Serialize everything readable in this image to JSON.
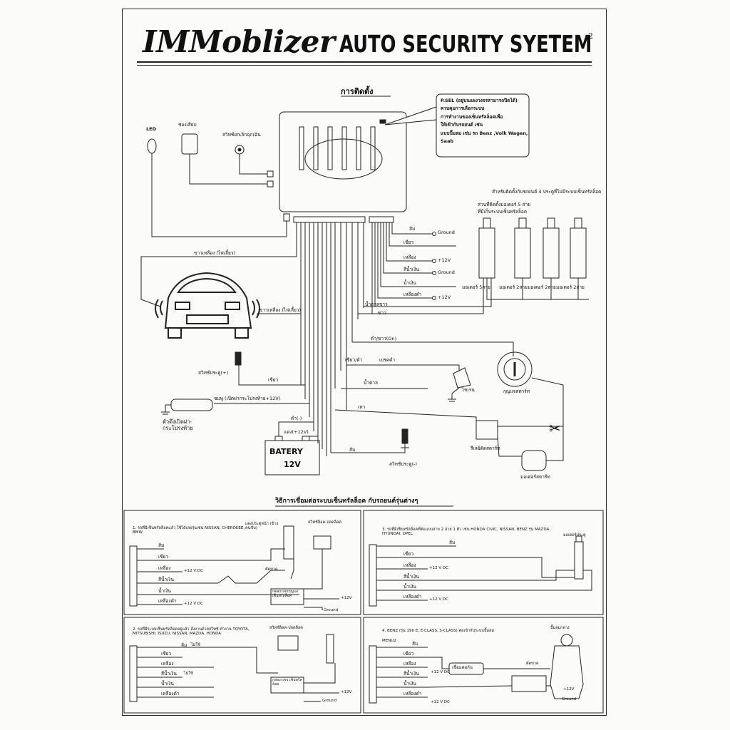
{
  "header": {
    "brand": "IMMoblizer",
    "headline": "AUTO SECURITY SYETEM",
    "page_number": "2"
  },
  "main": {
    "section_title": "การติดตั้ง",
    "callout": [
      "P.SEL (อยู่บนแผงวงจรสามารถปิดได้)",
      "ควบคุมการเลือกระบบ",
      "การทำงานของเซ็นทรัลล็อคเพื่อ",
      "ให้เข้ากับรถยนต์ เช่น",
      "แบบปั๊มลม เช่น รถ Benz ,Volk Wagen,",
      "Saab"
    ],
    "led_label": "LED",
    "module_label": "ช่องเสียบ",
    "override_label": "สวิทช์ยกเลิกฉุกเฉิน",
    "lock_note_1": "สำหรับติดตั้งกับรถยนต์ 4 ประตูที่ไม่มีระบบเซ็นทรัลล็อค",
    "lock_note_2": "ส่วนที่ติดตั้งมอเตอร์ 5 สาย",
    "lock_note_3": "ที่มีเก็บระบบเซ็นทรัลล็อค",
    "motors": [
      "มอเตอร์ 5สาย",
      "มอเตอร์ 2สาย",
      "มอเตอร์ 2สาย",
      "มอเตอร์ 2สาย"
    ],
    "wires_right": [
      {
        "label": "ส้ม",
        "end": "Ground"
      },
      {
        "label": "เขียว",
        "end": ""
      },
      {
        "label": "เหลือง",
        "end": "+12V"
      },
      {
        "label": "สีนํ้าเงิน",
        "end": "Ground"
      },
      {
        "label": "นํ้าเงิน",
        "end": ""
      },
      {
        "label": "เหลืองดำ",
        "end": "+12V"
      },
      {
        "label": "นํ้าตาลขาว",
        "end": ""
      },
      {
        "label": "ขาว",
        "end": ""
      }
    ],
    "lamp_label_top": "ขาวเหลือง (ไฟเลี้ยว)",
    "lamp_label_right": "ขาวเหลือง (ไฟเลี้ยว)",
    "door_switch_plus": "สวิทช์ประตู(+)",
    "green_label": "เขียว",
    "trunk_label": "ชมพู (เปิดฝากระโปรงท้าย+12V)",
    "trunk_device": "ตัวดึงเปิดฝา-\nกระโปรงท้าย",
    "on_label": "ดำ/ขาว(On)",
    "siren_wire": "เขียว/ดำ",
    "brake_label": "เบรคดำ",
    "brown_label": "นํ้าตาล",
    "siren_label": "ไซเรน",
    "key_label": "กุญแจสตาร์ท",
    "black_label": "ดำ(-)",
    "red_label": "แดง(+12V)",
    "pink_label": "เทา",
    "orange_label": "ส้ม",
    "battery_label": "BATERY",
    "battery_voltage": "12V",
    "relay_label": "รีเลย์ตัดสตาร์ท",
    "starter_label": "มอเตอร์สตาร์ท",
    "door_switch_minus": "สวิทช์ประตู(-)",
    "wiring_title": "วิธีการเชื่อมต่อระบบเซ็นทรัลล็อค กับรถยนต์รุ่นต่างๆ"
  },
  "panels": [
    {
      "title": "1. รถที่มีเซ็นทรัลล็อคแล้ว ใช้ได้เลยรุ่นเช่น NISSAN, CHEROKEE, BMW",
      "wires": [
        "ส้ม",
        "เขียว",
        "เหลือง",
        "สีนํ้าเงิน",
        "นํ้าเงิน",
        "เหลืองดำ"
      ],
      "v1": "+12 V DC",
      "v2": "+12 V DC",
      "extra": [
        "แผงประตูหน้า (ข้างคนขับ)",
        "สวิทช์ล็อค-ปลดล็อค",
        "ตัดขาด",
        "กดลงวงจรกุญแจ เซ็นทรัลล็อค",
        "+12V",
        "Ground"
      ]
    },
    {
      "title": "3. รถที่มีเซ็นทรัลล็อคที่ต่อแบบสาย 2 สาย 1 ตัว เช่น HONDA CIVIC, NISSAN, BENZ รุ่น MAZDA, HYUNDAI, OPEL",
      "wires": [
        "ส้ม",
        "เขียว",
        "เหลือง",
        "สีนํ้าเงิน",
        "นํ้าเงิน",
        "เหลืองดำ"
      ],
      "v1": "+12 V DC",
      "v2": "+12 V DC",
      "extra": [
        "มอเตอร์ประตู"
      ]
    },
    {
      "title": "2. รถที่มีระบบเซ็นทรัลล็อคอยู่แล้ว สั่งงานด้วยสวิทช์ ทำงาน TOYOTA, MITSUBISHI, ISUZU, NISSAN, MAZDA, HONDA",
      "wires": [
        "ส้ม",
        "เขียว",
        "เหลือง",
        "สีนํ้าเงิน",
        "นํ้าเงิน",
        "เหลืองดำ"
      ],
      "v1": "ไม่ใช้",
      "v2": "ไม่ใช้",
      "extra": [
        "สวิทช์ล็อค-ปลดล็อค",
        "กล่องวงจร เซ็นทรัลล็อค",
        "+12V",
        "Ground"
      ]
    },
    {
      "title": "4. BENZ (รุ่น 190 E, E-CLASS, S-CLASS) ต่อเข้ากับระบบปั๊มลม",
      "wires": [
        "ส้ม",
        "เขียว",
        "เหลือง",
        "สีนํ้าเงิน",
        "นํ้าเงิน",
        "เหลืองดำ"
      ],
      "v1": "+12 V DC",
      "v2": "+12 V DC",
      "extra": [
        "เชื่อมต่อกัน",
        "ตัดขาด",
        "ปั๊มลมกลาง",
        "+12V",
        "Ground",
        "MENU2"
      ]
    }
  ]
}
